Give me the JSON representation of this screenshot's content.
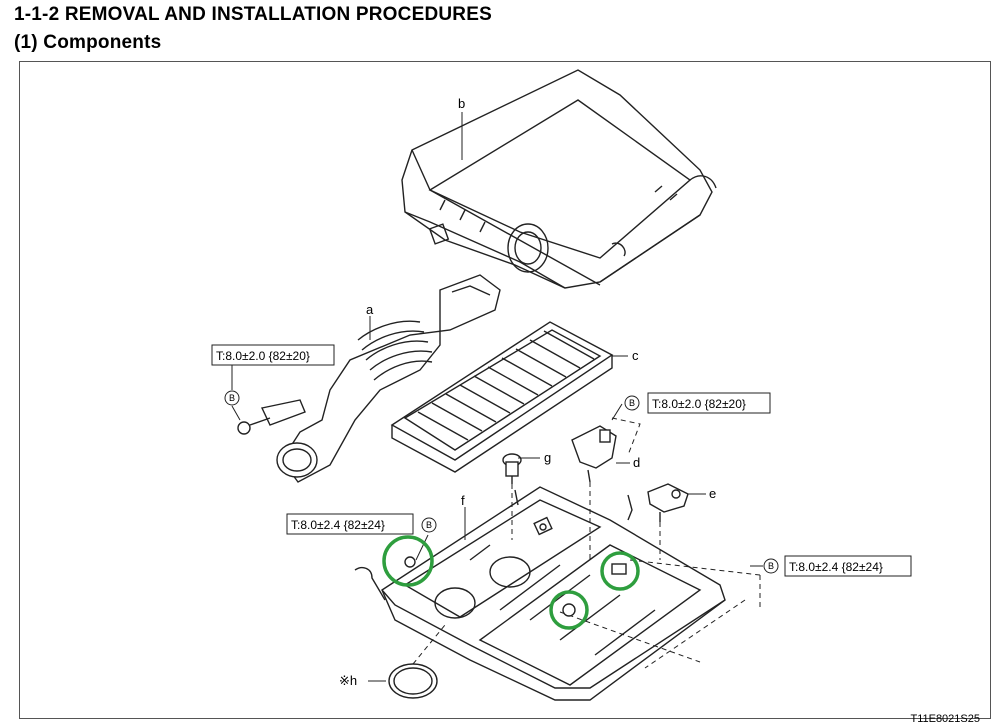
{
  "header": {
    "section": "1-1-2  REMOVAL AND INSTALLATION PROCEDURES",
    "subsection": "(1)  Components"
  },
  "figure": {
    "code": "T11E8021S25",
    "parts": {
      "a": "a",
      "b": "b",
      "c": "c",
      "d": "d",
      "e": "e",
      "f": "f",
      "g": "g",
      "h": "※h"
    },
    "grease_symbol": "B",
    "torque": {
      "duct_clamp": "T:8.0±2.0 {82±20}",
      "sensor_d": "T:8.0±2.0 {82±20}",
      "case_left": "T:8.0±2.4 {82±24}",
      "case_right": "T:8.0±2.4 {82±24}"
    },
    "highlight_color": "#2e9e3e",
    "line_color": "#222222"
  }
}
